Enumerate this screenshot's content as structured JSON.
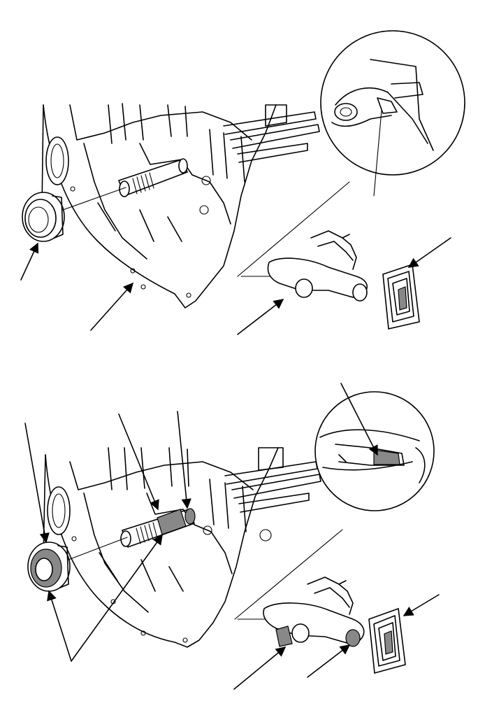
{
  "figure": {
    "panels": [
      {
        "id": "removal",
        "callouts": 4,
        "has_detail_circle": true
      },
      {
        "id": "installation",
        "callouts": 7,
        "has_detail_circle": true
      }
    ],
    "colors": {
      "line": "#000000",
      "background": "#ffffff",
      "grease_marks": "#888888"
    }
  }
}
